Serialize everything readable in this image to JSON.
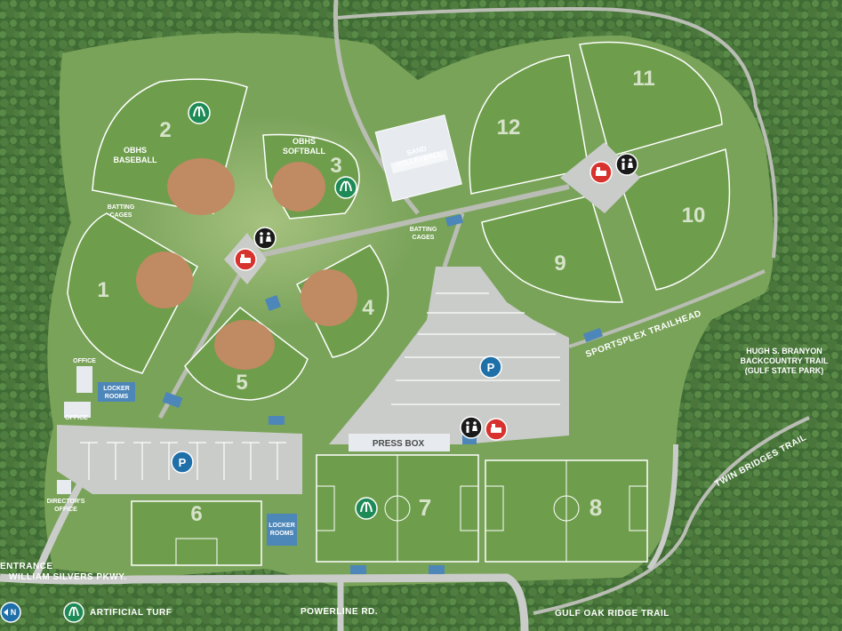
{
  "colors": {
    "forest": "#3f6b34",
    "clearing": "#7aa35a",
    "field": "#6e9e4c",
    "infield": "#c08a62",
    "pavement": "#c9ccc9",
    "path": "#b9bdb4",
    "building": "#4d86b8",
    "turf_icon": "#1e8a55",
    "parking_icon": "#1f6fa8",
    "food_icon": "#d8322e",
    "restroom_icon": "#1a1a1a"
  },
  "fields": {
    "f1": "1",
    "f2": "2",
    "f3": "3",
    "f4": "4",
    "f5": "5",
    "f6": "6",
    "f7": "7",
    "f8": "8",
    "f9": "9",
    "f10": "10",
    "f11": "11",
    "f12": "12"
  },
  "labels": {
    "obhs_baseball_line1": "OBHS",
    "obhs_baseball_line2": "BASEBALL",
    "obhs_softball_line1": "OBHS",
    "obhs_softball_line2": "SOFTBALL",
    "sand_volleyball_line1": "SAND",
    "sand_volleyball_line2": "VOLLEYBALL",
    "batting_cages_west_line1": "BATTING",
    "batting_cages_west_line2": "CAGES",
    "batting_cages_east_line1": "BATTING",
    "batting_cages_east_line2": "CAGES",
    "office_upper": "OFFICE",
    "office_lower": "OFFICE",
    "locker_rooms_top_line1": "LOCKER",
    "locker_rooms_top_line2": "ROOMS",
    "locker_rooms_bottom_line1": "LOCKER",
    "locker_rooms_bottom_line2": "ROOMS",
    "directors_office_line1": "DIRECTOR'S",
    "directors_office_line2": "OFFICE",
    "press_box": "PRESS BOX",
    "sportsplex_trailhead": "SPORTSPLEX TRAILHEAD",
    "backcountry_line1": "HUGH S. BRANYON",
    "backcountry_line2": "BACKCOUNTRY TRAIL",
    "backcountry_line3": "(GULF STATE PARK)",
    "twin_bridges": "TWIN BRIDGES TRAIL",
    "entrance": "ENTRANCE",
    "william_silvers": "WILLIAM SILVERS PKWY.",
    "powerline": "POWERLINE RD.",
    "gulf_oak_ridge": "GULF OAK RIDGE TRAIL",
    "parking_symbol": "P"
  },
  "legend": {
    "north": "N",
    "artificial_turf": "ARTIFICIAL TURF"
  }
}
